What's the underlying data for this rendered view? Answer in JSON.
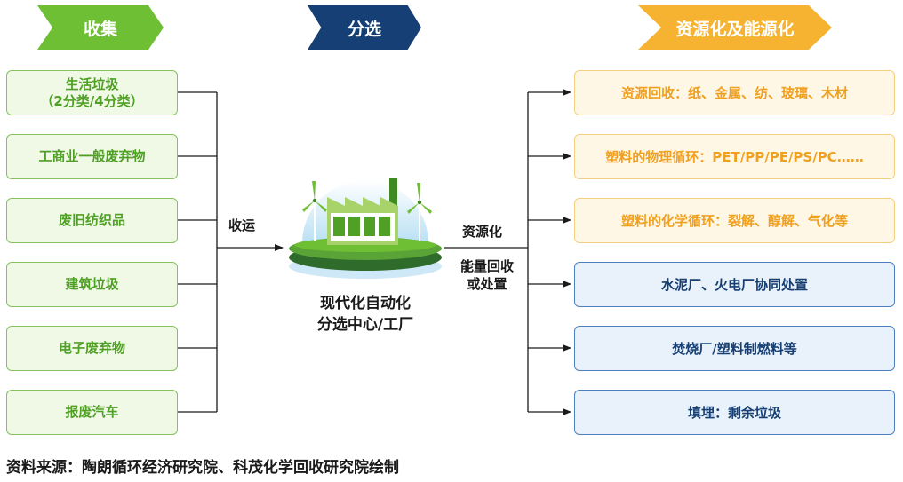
{
  "headers": {
    "collect": "收集",
    "sort": "分选",
    "resource": "资源化及能源化"
  },
  "left_items": [
    {
      "line1": "生活垃圾",
      "line2": "（2分类/4分类）"
    },
    {
      "line1": "工商业一般废弃物",
      "line2": ""
    },
    {
      "line1": "废旧纺织品",
      "line2": ""
    },
    {
      "line1": "建筑垃圾",
      "line2": ""
    },
    {
      "line1": "电子废弃物",
      "line2": ""
    },
    {
      "line1": "报废汽车",
      "line2": ""
    }
  ],
  "transport_label": "收运",
  "center": {
    "line1": "现代化自动化",
    "line2": "分选中心/工厂"
  },
  "resource_label": "资源化",
  "energy_label": {
    "line1": "能量回收",
    "line2": "或处置"
  },
  "right_items": [
    {
      "text": "资源回收：纸、金属、纺、玻璃、木材",
      "group": "orange"
    },
    {
      "text": "塑料的物理循环：PET/PP/PE/PS/PC……",
      "group": "orange"
    },
    {
      "text": "塑料的化学循环：裂解、醇解、气化等",
      "group": "orange"
    },
    {
      "text": "水泥厂、火电厂协同处置",
      "group": "blue"
    },
    {
      "text": "焚烧厂/塑料制燃料等",
      "group": "blue"
    },
    {
      "text": "填埋：剩余垃圾",
      "group": "blue"
    }
  ],
  "source": "资料来源：陶朗循环经济研究院、科茂化学回收研究院绘制",
  "colors": {
    "green": "#6fbf35",
    "blue": "#153f75",
    "orange": "#f5b331"
  }
}
